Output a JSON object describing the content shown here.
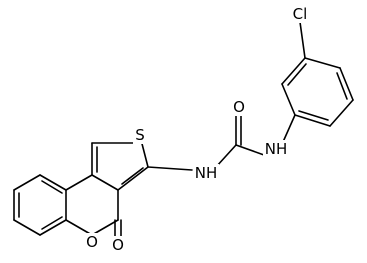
{
  "molecule": {
    "atoms": {
      "S": "S",
      "O_carbonyl_urea": "O",
      "NH_left": "NH",
      "NH_right": "NH",
      "Cl": "Cl",
      "O_ring": "O",
      "O_carbonyl_lactone": "O"
    }
  },
  "colors": {
    "bond": "#000000",
    "background": "#ffffff"
  }
}
